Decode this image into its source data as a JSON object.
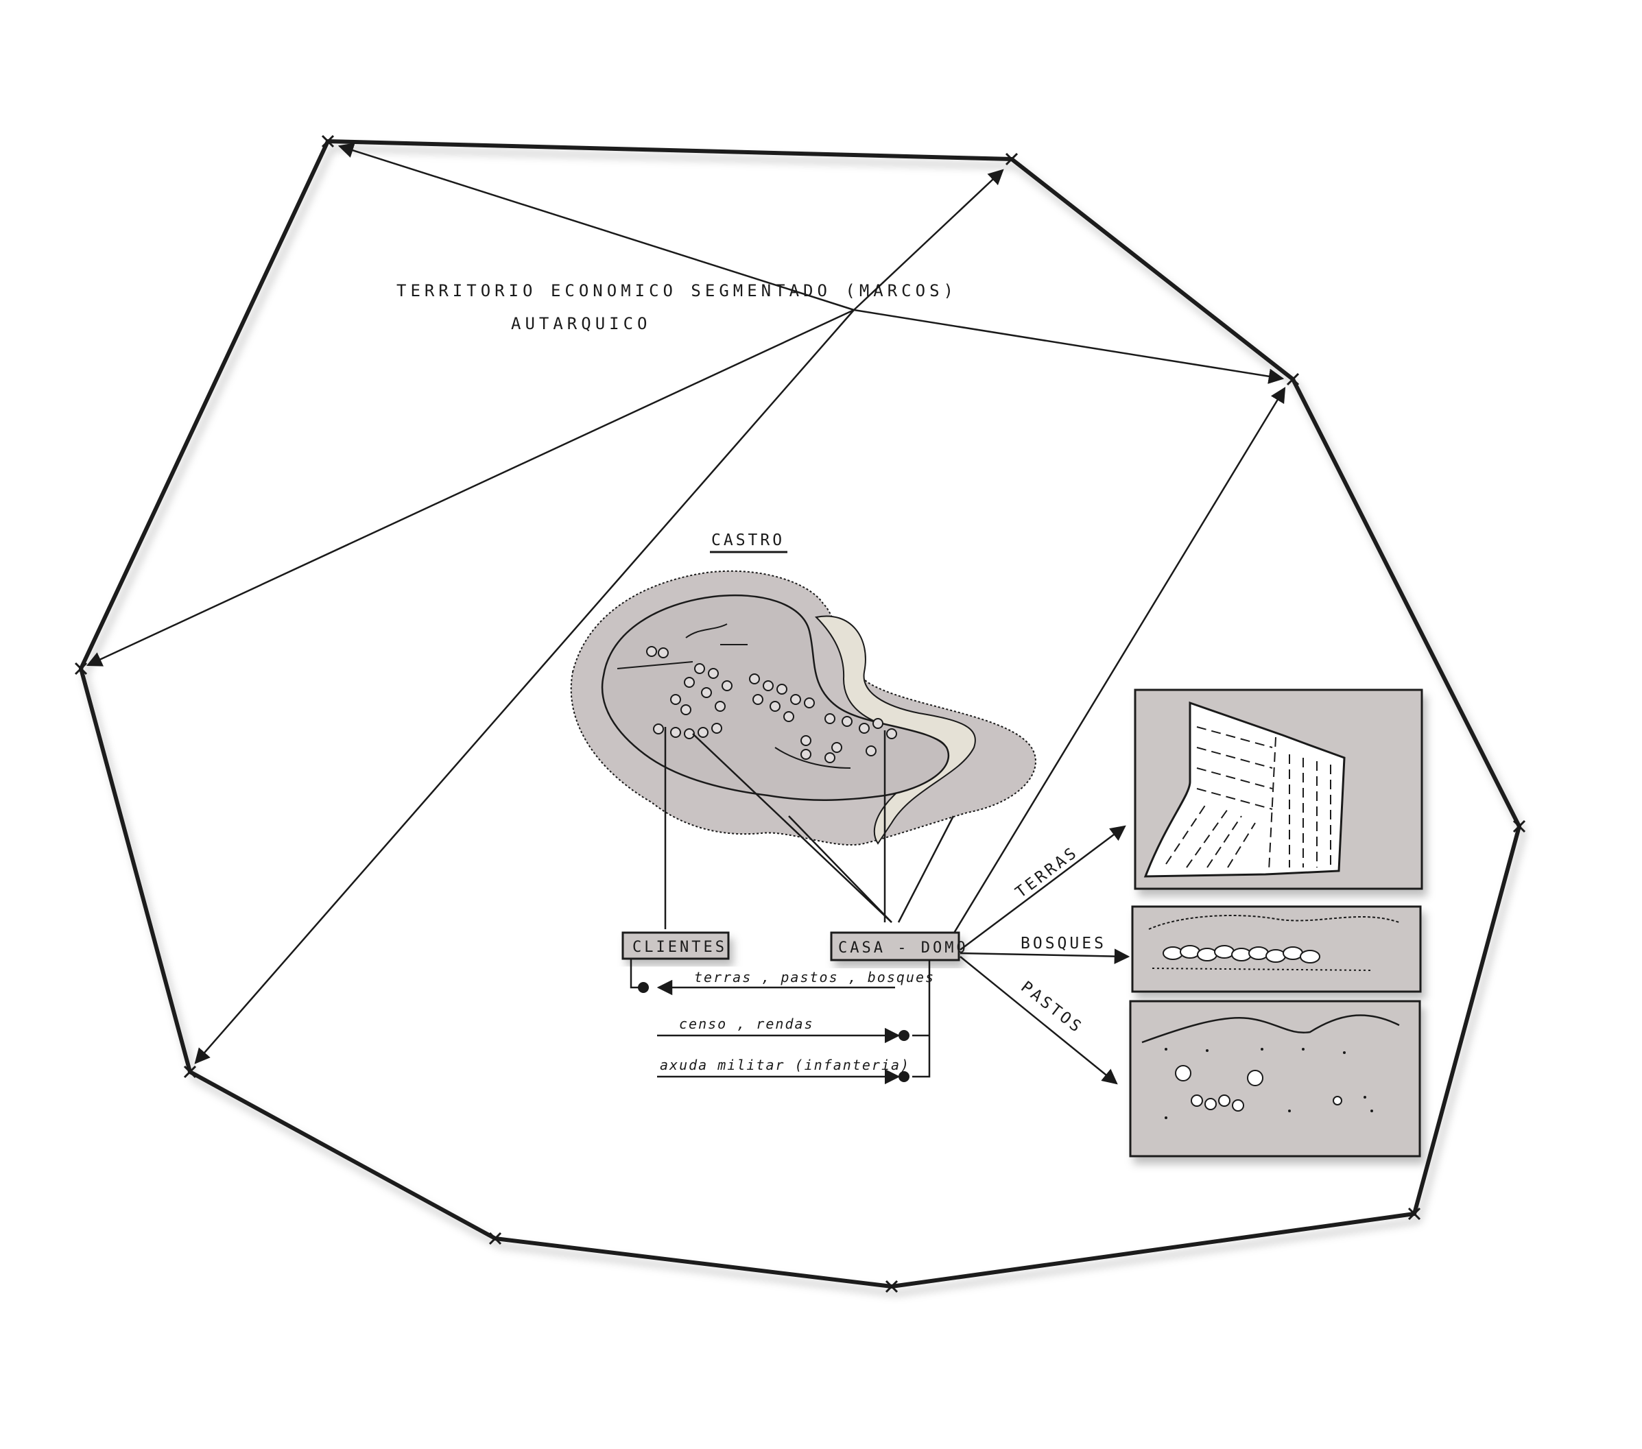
{
  "diagram": {
    "title_line1": "TERRITORIO ECONOMICO SEGMENTADO (MARCOS)",
    "title_line2": "AUTARQUICO",
    "castro_label": "CASTRO",
    "clientes_label": "CLIENTES",
    "casa_domo_label": "CASA - DOMO",
    "flows": {
      "to_clientes": "terras , pastos , bosques",
      "censo": "censo , rendas",
      "axuda": "axuda militar (infanteria)"
    },
    "resources": {
      "terras": "TERRAS",
      "bosques": "BOSQUES",
      "pastos": "PASTOS"
    },
    "colors": {
      "ink": "#1a1a1a",
      "panel_fill": "#cbc6c5",
      "castro_fill": "#c9c3c3",
      "road_fill": "#e5e1d6"
    }
  }
}
